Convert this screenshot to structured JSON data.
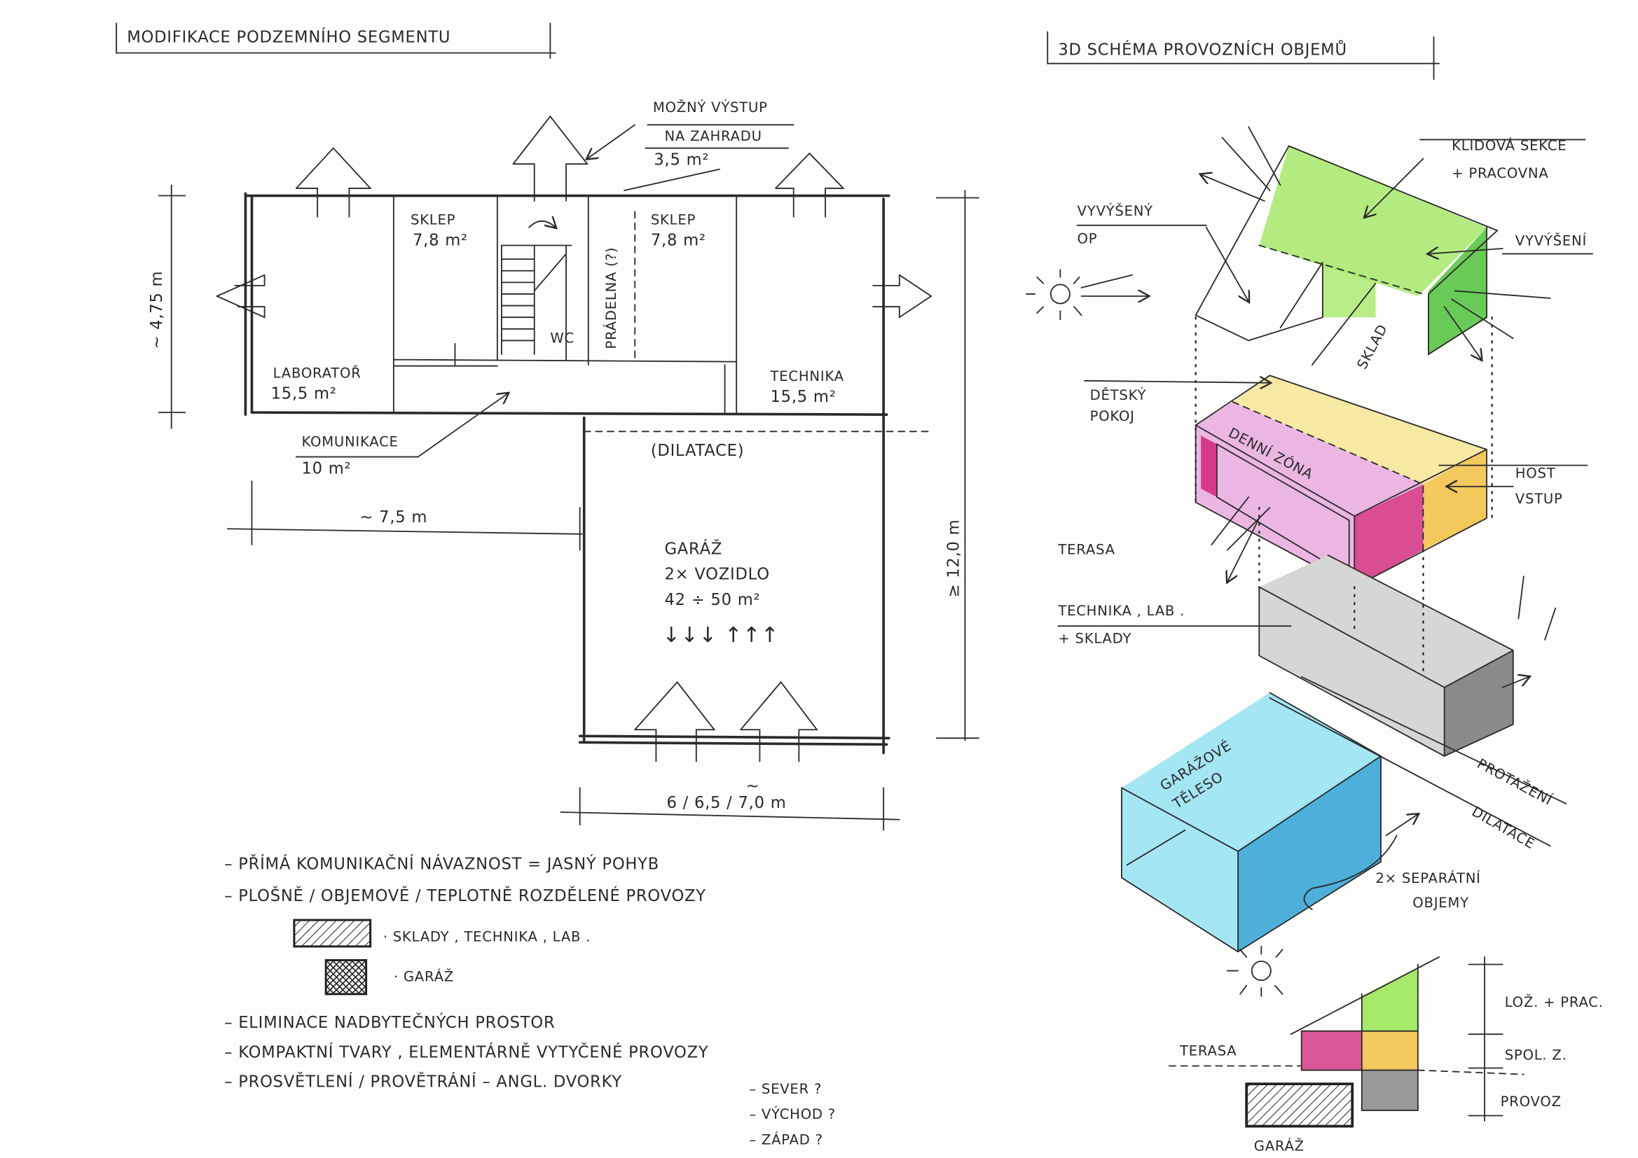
{
  "titles": {
    "left": "MODIFIKACE PODZEMNÍHO SEGMENTU",
    "right": "3D SCHÉMA PROVOZNÍCH OBJEMŮ"
  },
  "plan": {
    "exit_note": [
      "MOŽNÝ VÝSTUP",
      "NA ZAHRADU",
      "3,5 m²"
    ],
    "rooms": {
      "sklep_left": [
        "SKLEP",
        "7,8 m²"
      ],
      "sklep_right": [
        "SKLEP",
        "7,8 m²"
      ],
      "pradelna": "PRÁDELNA (?)",
      "wc": "WC",
      "laborator": [
        "LABORATOŘ",
        "15,5 m²"
      ],
      "technika": [
        "TECHNIKA",
        "15,5 m²"
      ],
      "komunikace": [
        "KOMUNIKACE",
        "10 m²"
      ],
      "dilatace": "(DILATACE)",
      "garaz": [
        "GARÁŽ",
        "2× VOZIDLO",
        "42 ÷ 50 m²",
        "↓↓↓ ↑↑↑"
      ]
    },
    "dimensions": {
      "height_left": "~ 4,75 m",
      "width_left": "~ 7,5 m",
      "height_right": "≥ 12,0 m",
      "width_garage": "6 / 6,5 / 7,0 m",
      "width_garage_tilde": "~"
    }
  },
  "notes": {
    "items": [
      "– PŘÍMÁ KOMUNIKAČNÍ NÁVAZNOST = JASNÝ POHYB",
      "– PLOŠNĚ / OBJEMOVĚ / TEPLOTNĚ ROZDĚLENÉ PROVOZY",
      "– ELIMINACE NADBYTEČNÝCH PROSTOR",
      "– KOMPAKTNÍ TVARY , ELEMENTÁRNĚ VYTYČENÉ PROVOZY",
      "– PROSVĚTLENÍ / PROVĚTRÁNÍ – ANGL. DVORKY"
    ],
    "legend": [
      "· SKLADY , TECHNIKA , LAB .",
      "· GARÁŽ"
    ],
    "orientations": [
      "– SEVER ?",
      "– VÝCHOD ?",
      "– ZÁPAD ?"
    ]
  },
  "scheme": {
    "klidova": [
      "KLIDOVÁ SEKCE",
      "+ PRACOVNA"
    ],
    "vyvyseny": [
      "VYVÝŠENÝ",
      "OP"
    ],
    "vyvyseni": "VYVÝŠENÍ",
    "sklad": "SKLAD",
    "detsky": [
      "DĚTSKÝ",
      "POKOJ"
    ],
    "denni": "DENNÍ ZÓNA",
    "host": [
      "HOST",
      "VSTUP"
    ],
    "terasa": "TERASA",
    "technika": [
      "TECHNIKA , LAB .",
      "+ SKLADY"
    ],
    "garazove": [
      "GARÁŽOVÉ",
      "TĚLESO"
    ],
    "protazeni": "PROTAŽENÍ",
    "dilatace": "DILATACE",
    "separatni": [
      "2× SEPARÁTNÍ",
      "OBJEMY"
    ]
  },
  "section": {
    "terasa": "TERASA",
    "loz": "LOŽ. + PRAC.",
    "spol": "SPOL. Z.",
    "provoz": "PROVOZ",
    "garaz": "GARÁŽ"
  },
  "colors": {
    "green": "#a6e86a",
    "dark_green": "#4fc23a",
    "pink": "#ecb6e2",
    "magenta": "#d63a86",
    "yellow": "#f4e79a",
    "orange": "#f2c24a",
    "grey": "#d6d6d6",
    "dark_grey": "#8a8a8a",
    "cyan": "#a4e6f4",
    "blue": "#3aa6d6"
  }
}
